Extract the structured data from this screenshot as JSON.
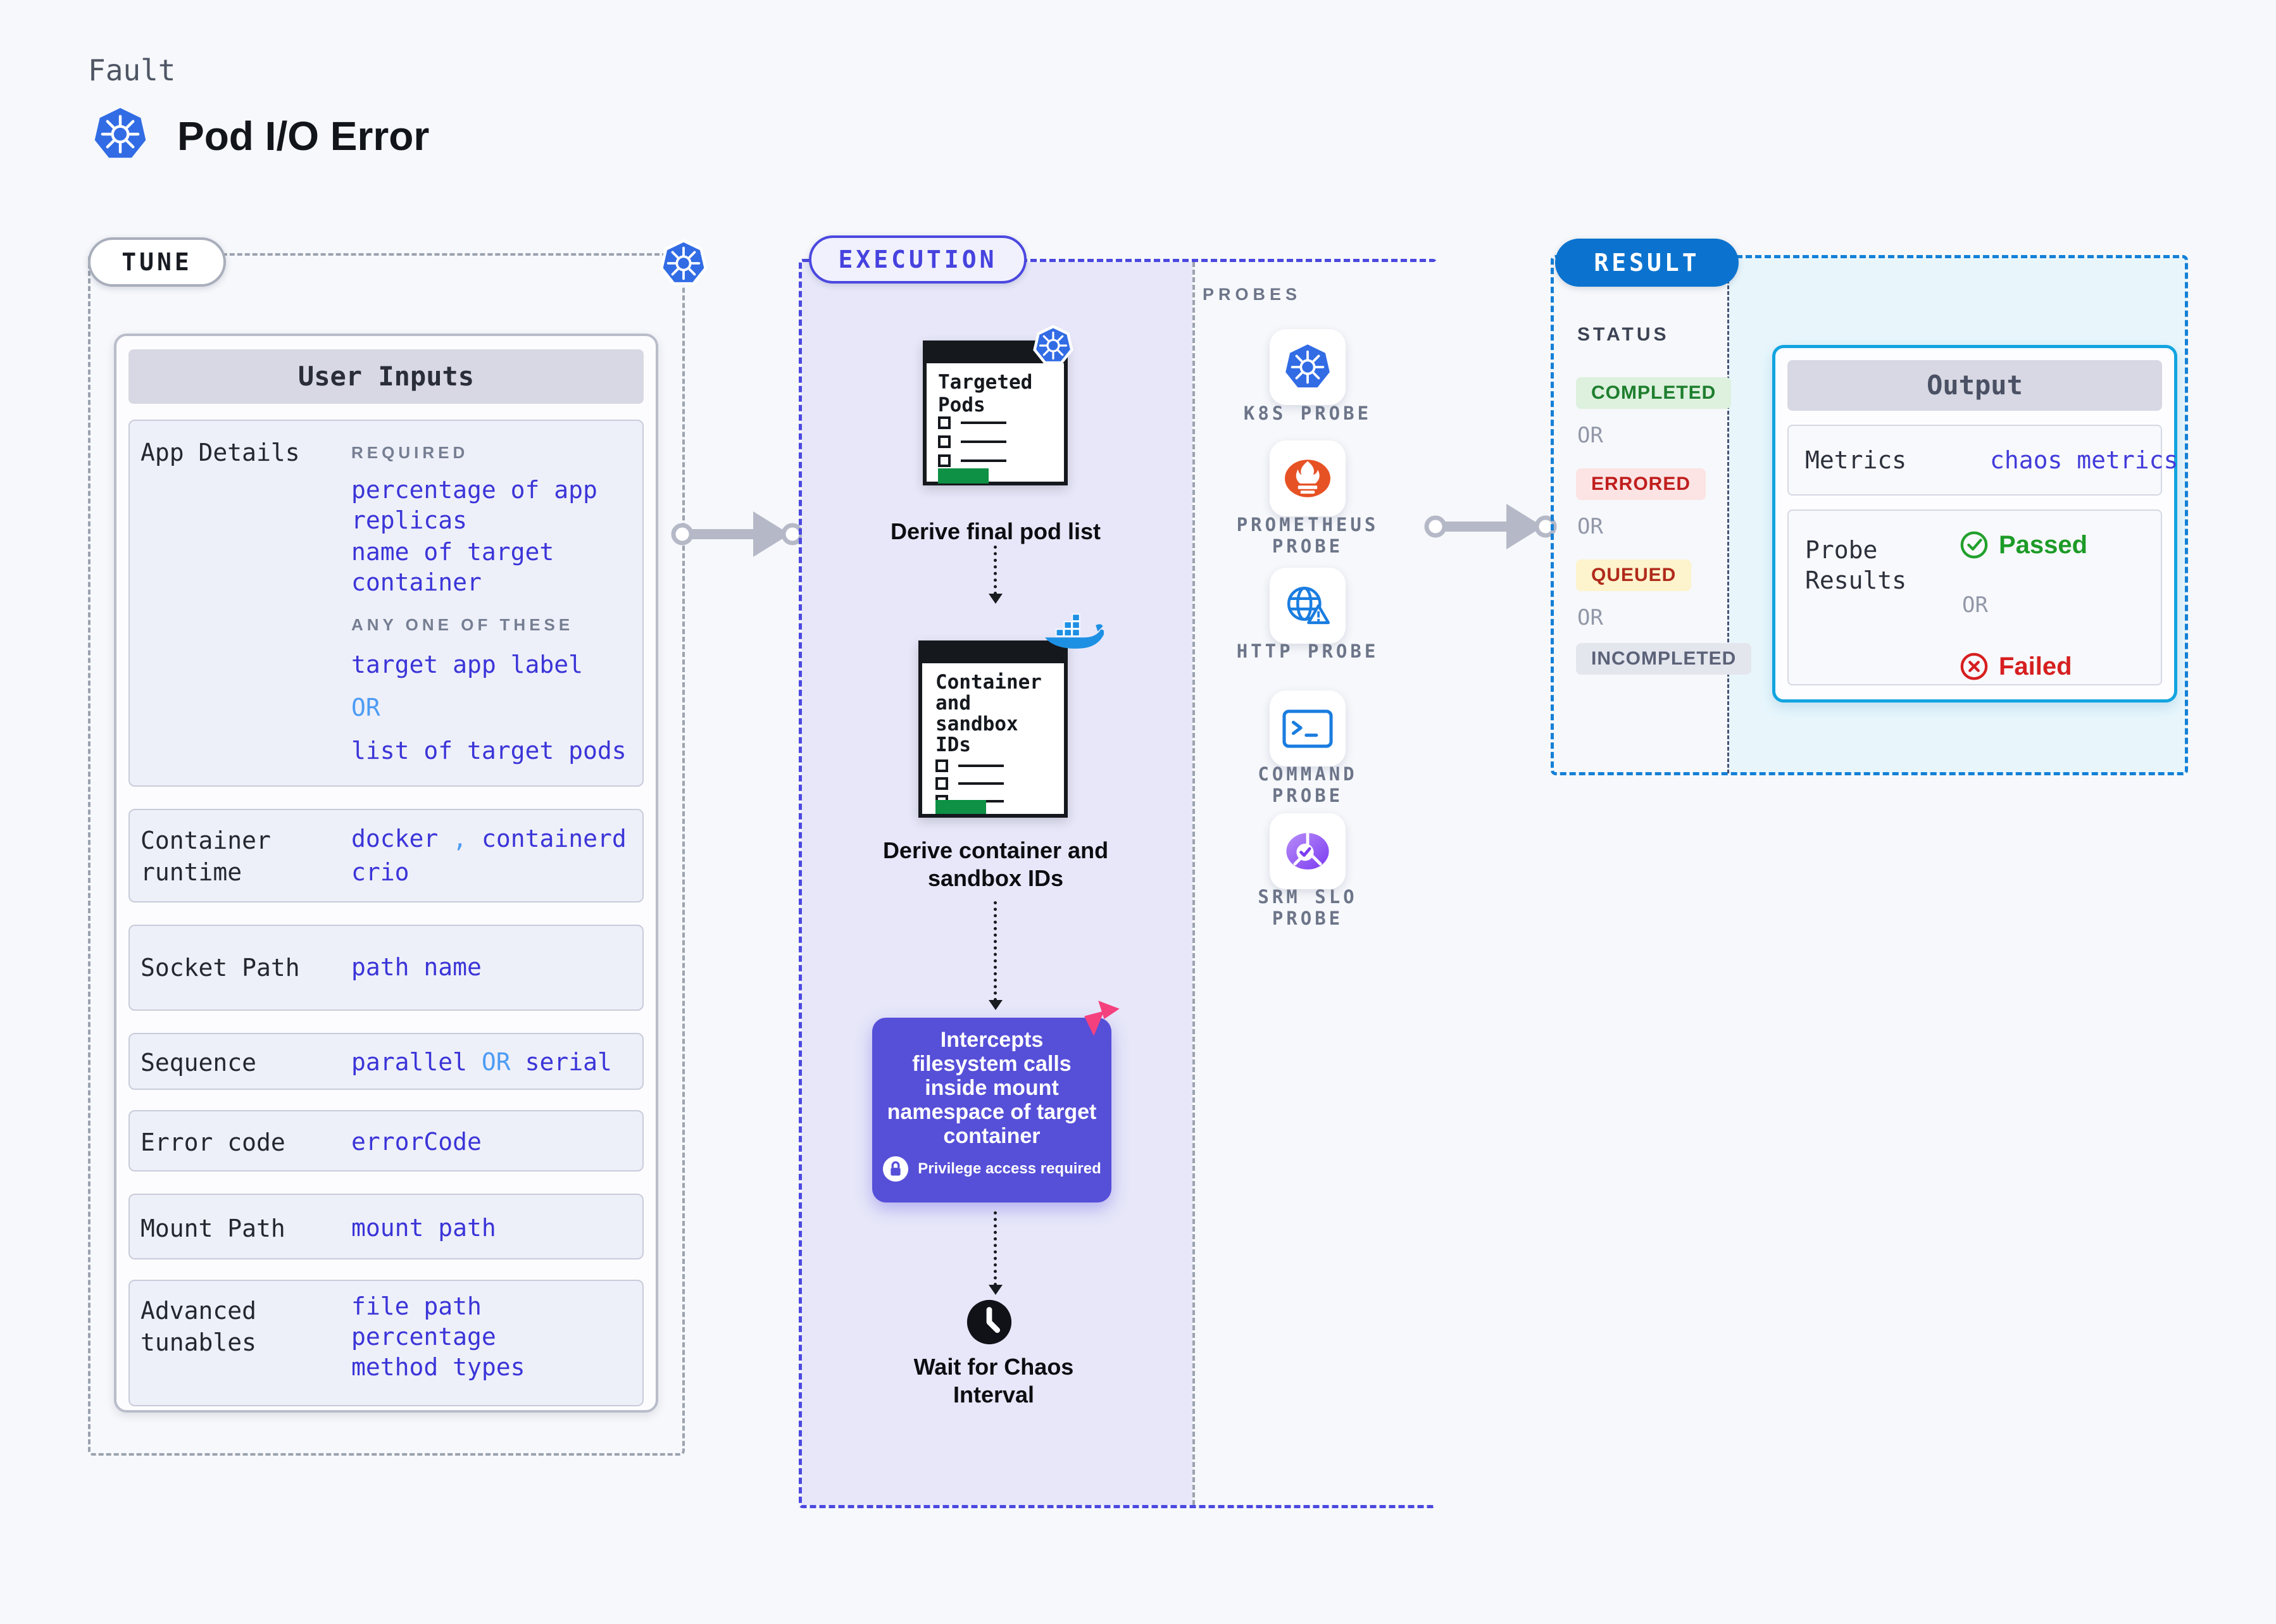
{
  "header": {
    "kicker": "Fault",
    "title": "Pod I/O Error",
    "icon": "kubernetes-icon"
  },
  "tune": {
    "pill": "TUNE",
    "corner_icon": "kubernetes-icon",
    "table_title": "User Inputs",
    "app_details": {
      "label": "App Details",
      "required_caption": "REQUIRED",
      "required_items": [
        {
          "line1": "percentage of app",
          "line2": "replicas"
        },
        {
          "line1": "name of target",
          "line2": "container"
        }
      ],
      "any_caption": "ANY ONE OF THESE",
      "any_item1": "target app label",
      "or": "OR",
      "any_item2": "list of target pods"
    },
    "container_runtime": {
      "label_line1": "Container",
      "label_line2": "runtime",
      "value1": "docker",
      "comma": ",",
      "value2": "containerd",
      "value3": "crio"
    },
    "socket_path": {
      "label": "Socket Path",
      "value": "path name"
    },
    "sequence": {
      "label": "Sequence",
      "value1": "parallel",
      "or": "OR",
      "value2": "serial"
    },
    "error_code": {
      "label": "Error code",
      "value": "errorCode"
    },
    "mount_path": {
      "label": "Mount Path",
      "value": "mount path"
    },
    "advanced": {
      "label_line1": "Advanced",
      "label_line2": "tunables",
      "value1": "file path",
      "value2": "percentage",
      "value3": "method types"
    }
  },
  "execution": {
    "pill": "EXECUTION",
    "step1": {
      "doc_line1": "Targeted",
      "doc_line2": "Pods",
      "caption": "Derive final pod list",
      "badge_icon": "kubernetes-icon"
    },
    "step2": {
      "doc_line1": "Container",
      "doc_line2": "and",
      "doc_line3": "sandbox",
      "doc_line4": "IDs",
      "caption_line1": "Derive container and",
      "caption_line2": "sandbox IDs",
      "badge_icon": "docker-icon"
    },
    "step3": {
      "line1": "Intercepts",
      "line2": "filesystem calls",
      "line3": "inside mount",
      "line4": "namespace of target",
      "line5": "container",
      "privilege": "Privilege access required",
      "corner_icon": "chaos-fork-icon",
      "lock_icon": "lock-icon"
    },
    "step4": {
      "caption_line1": "Wait for Chaos",
      "caption_line2": "Interval",
      "icon": "clock-icon"
    }
  },
  "probes": {
    "caption": "PROBES",
    "items": [
      {
        "icon": "kubernetes-icon",
        "line1": "K8S PROBE",
        "line2": ""
      },
      {
        "icon": "prometheus-icon",
        "line1": "PROMETHEUS",
        "line2": "PROBE"
      },
      {
        "icon": "http-globe-warning-icon",
        "line1": "HTTP PROBE",
        "line2": ""
      },
      {
        "icon": "terminal-icon",
        "line1": "COMMAND",
        "line2": "PROBE"
      },
      {
        "icon": "slo-donut-check-icon",
        "line1": "SRM SLO",
        "line2": "PROBE"
      }
    ]
  },
  "result": {
    "pill": "RESULT",
    "status_caption": "STATUS",
    "status_completed": "COMPLETED",
    "or": "OR",
    "status_errored": "ERRORED",
    "status_queued": "QUEUED",
    "status_incompleted": "INCOMPLETED",
    "output": {
      "title": "Output",
      "metrics_label": "Metrics",
      "metrics_value": "chaos metrics",
      "probe_label_line1": "Probe",
      "probe_label_line2": "Results",
      "passed": "Passed",
      "or": "OR",
      "failed": "Failed"
    }
  },
  "colors": {
    "page_bg": "#f6f8fb",
    "tune_dash": "#9ba3ae",
    "execution_dash": "#4b48e0",
    "execution_fill": "#e7e7f9",
    "result_dash": "#1480d7",
    "result_panel": "#e8f6fc",
    "output_border": "#12a4e0",
    "value_blue": "#3b35d8",
    "value_lightblue": "#4d9cf4",
    "purple_box": "#564fd8",
    "k8s_blue": "#326ce5",
    "docker_blue": "#1d90e4",
    "prometheus_orange": "#e75225",
    "probe_icon_blue": "#1a7de0",
    "slo_purple": "#7c3bf1",
    "pink": "#f4407d",
    "clipboard_green": "#0e9045",
    "completed_fg": "#1e7e2e",
    "completed_bg": "#ddf1de",
    "errored_fg": "#c01e1e",
    "errored_bg": "#fbe4e3",
    "queued_fg": "#b02a1b",
    "queued_bg": "#fdf3cc",
    "incompleted_fg": "#5b6278",
    "incompleted_bg": "#e4e6ee",
    "passed_green": "#1d9b27",
    "failed_red": "#d61f1f"
  }
}
